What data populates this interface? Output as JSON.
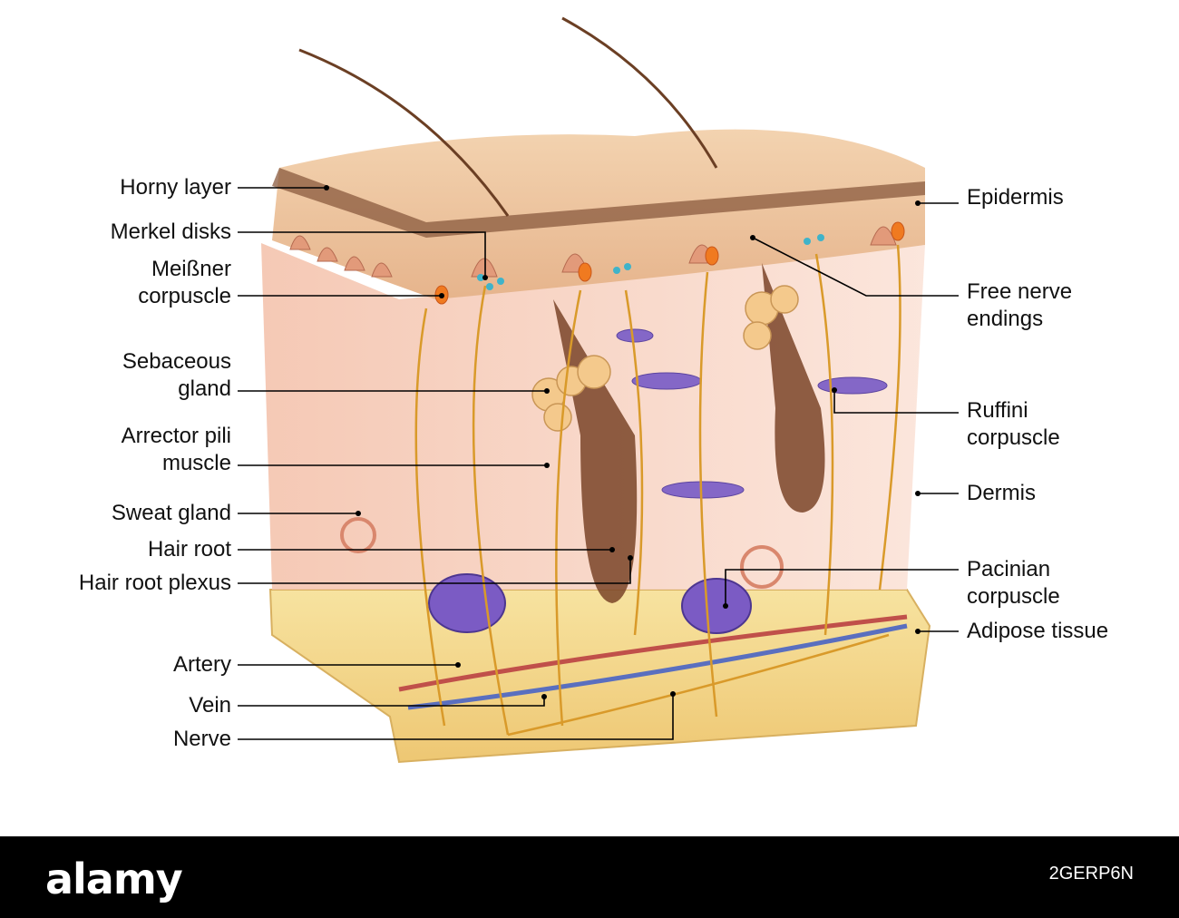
{
  "labels_left": [
    {
      "id": "horny-layer",
      "text": "Horny layer"
    },
    {
      "id": "merkel-disks",
      "text": "Merkel disks"
    },
    {
      "id": "meissner-corpuscle",
      "text": "Meißner\ncorpuscle"
    },
    {
      "id": "sebaceous-gland",
      "text": "Sebaceous\ngland"
    },
    {
      "id": "arrector-pili-muscle",
      "text": "Arrector pili\nmuscle"
    },
    {
      "id": "sweat-gland",
      "text": "Sweat gland"
    },
    {
      "id": "hair-root",
      "text": "Hair root"
    },
    {
      "id": "hair-root-plexus",
      "text": "Hair root plexus"
    },
    {
      "id": "artery",
      "text": "Artery"
    },
    {
      "id": "vein",
      "text": "Vein"
    },
    {
      "id": "nerve",
      "text": "Nerve"
    }
  ],
  "labels_right": [
    {
      "id": "epidermis",
      "text": "Epidermis"
    },
    {
      "id": "free-nerve-endings",
      "text": "Free nerve\nendings"
    },
    {
      "id": "ruffini-corpuscle",
      "text": "Ruffini\ncorpuscle"
    },
    {
      "id": "dermis",
      "text": "Dermis"
    },
    {
      "id": "pacinian-corpuscle",
      "text": "Pacinian\ncorpuscle"
    },
    {
      "id": "adipose-tissue",
      "text": "Adipose tissue"
    }
  ],
  "footer": {
    "brand": "alamy",
    "image_id": "2GERP6N"
  },
  "colors": {
    "epidermis_top": "#f0c8a2",
    "dermis": "#f7cdb8",
    "adipose": "#f4d98a",
    "nerve": "#d99a2a",
    "artery": "#c0504a",
    "vein": "#5a6fbf",
    "hair": "#6b3f24"
  }
}
